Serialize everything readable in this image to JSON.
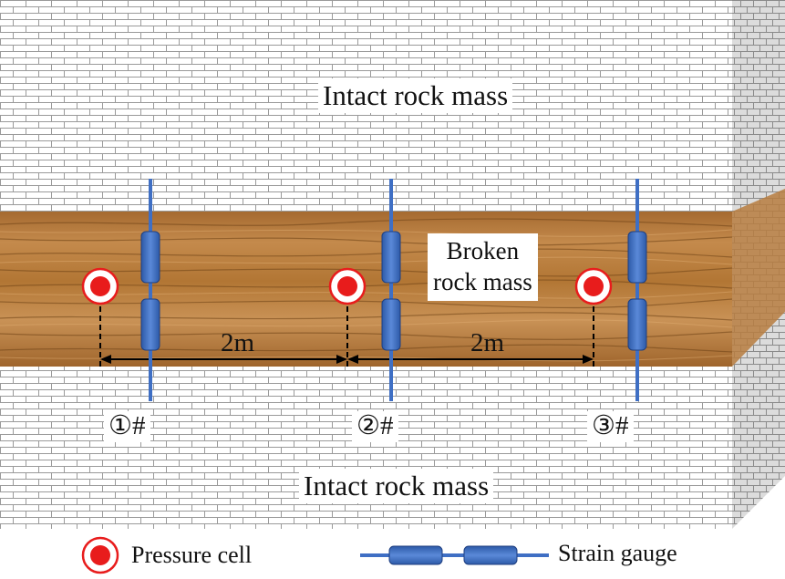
{
  "labels": {
    "intact_top": "Intact rock mass",
    "intact_bottom": "Intact rock mass",
    "broken_line1": "Broken",
    "broken_line2": "rock mass",
    "spacing_1": "2m",
    "spacing_2": "2m",
    "borehole_1": "①#",
    "borehole_2": "②#",
    "borehole_3": "③#"
  },
  "legend": {
    "pressure_cell": "Pressure cell",
    "strain_gauge": "Strain gauge"
  },
  "colors": {
    "brick": "#9a9a9a",
    "wood": "#b57a3a",
    "gauge": "#3f6fc4",
    "pressure_cell": "#e81c1c"
  }
}
